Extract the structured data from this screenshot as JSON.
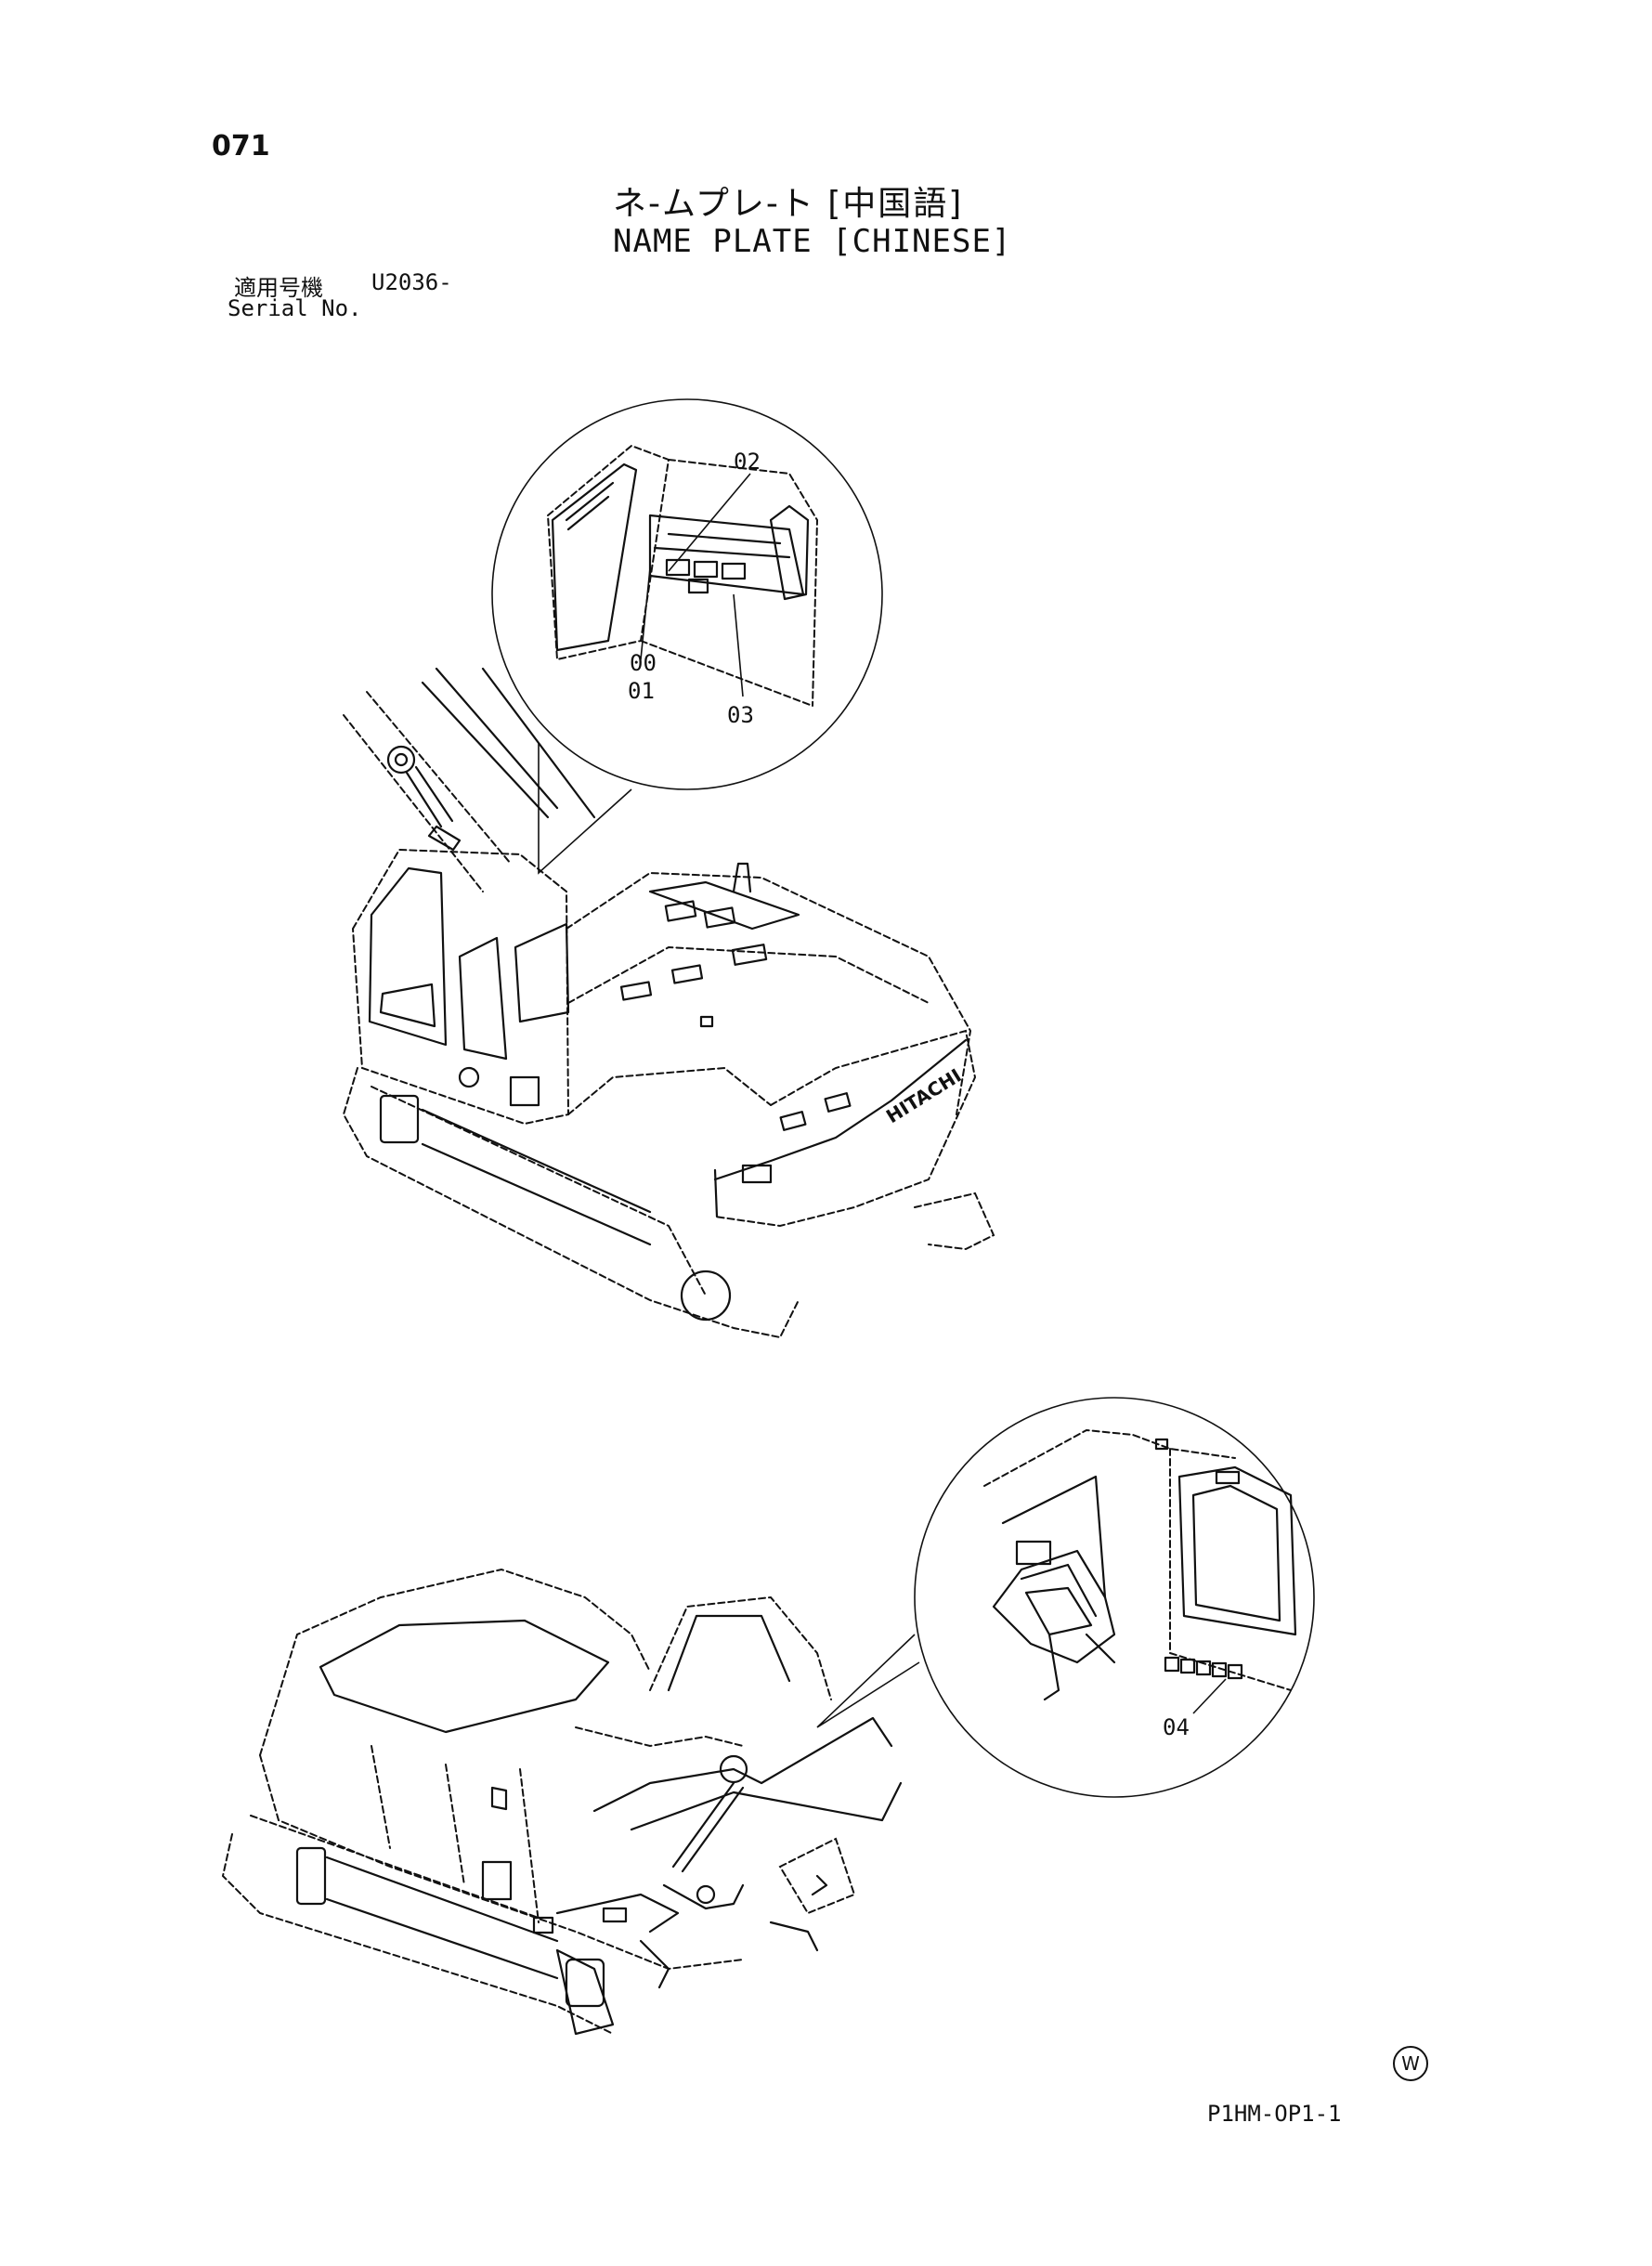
{
  "page": {
    "number": "071",
    "title_jp": "ネ-ムプレ-ト [中国語]",
    "title_en": "NAME PLATE [CHINESE]",
    "serial_label_jp": "適用号機",
    "serial_value": "U2036-",
    "serial_label_en": "Serial No.",
    "w_mark": "W",
    "drawing_code": "P1HM-OP1-1"
  },
  "callouts": {
    "c00": "00",
    "c01": "01",
    "c02": "02",
    "c03": "03",
    "c04": "04"
  },
  "machine_brand": "HITACHI"
}
